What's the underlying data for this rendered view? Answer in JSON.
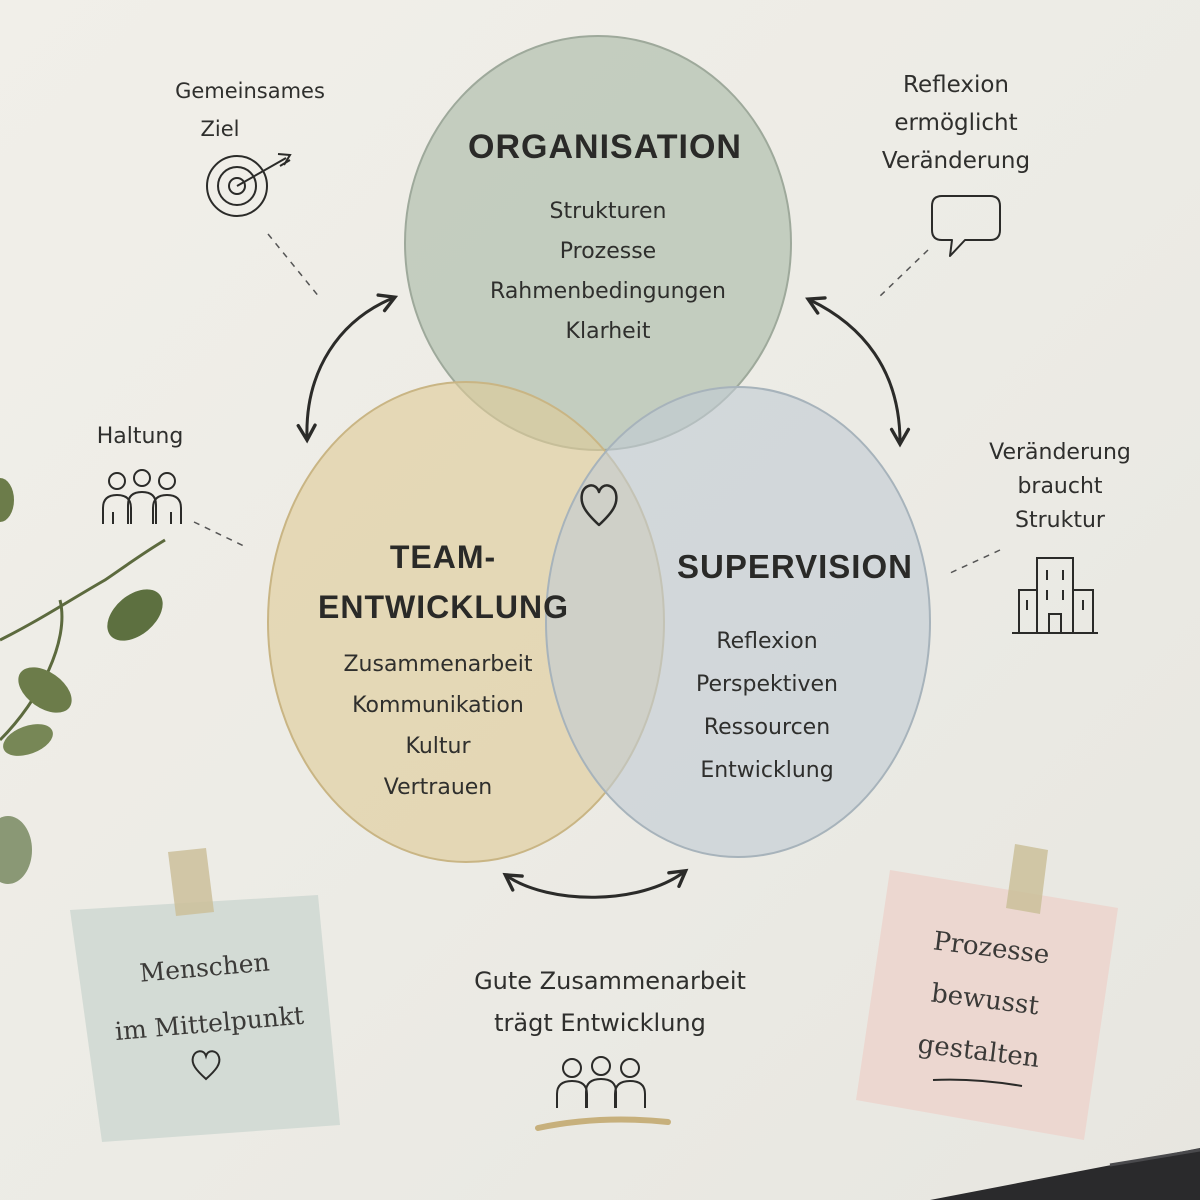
{
  "circles": {
    "organisation": {
      "title": "ORGANISATION",
      "items": [
        "Strukturen",
        "Prozesse",
        "Rahmenbedingungen",
        "Klarheit"
      ],
      "color": "#b9c6b7"
    },
    "team": {
      "title_line1": "TEAM-",
      "title_line2": "ENTWICKLUNG",
      "items": [
        "Zusammenarbeit",
        "Kommunikation",
        "Kultur",
        "Vertrauen"
      ],
      "color": "#e4d3a6"
    },
    "supervision": {
      "title": "SUPERVISION",
      "items": [
        "Reflexion",
        "Perspektiven",
        "Ressourcen",
        "Entwicklung"
      ],
      "color": "#c9d3d9"
    }
  },
  "annotations": {
    "top_left": {
      "line1": "Gemeinsames",
      "line2": "Ziel",
      "icon": "target-icon"
    },
    "top_right": {
      "line1": "Reflexion",
      "line2": "ermöglicht",
      "line3": "Veränderung",
      "icon": "speech-bubble-icon"
    },
    "mid_left": {
      "line1": "Haltung",
      "icon": "people-group-icon"
    },
    "mid_right": {
      "line1": "Veränderung",
      "line2": "braucht",
      "line3": "Struktur",
      "icon": "building-icon"
    },
    "bottom": {
      "line1": "Gute Zusammenarbeit",
      "line2": "trägt Entwicklung",
      "icon": "people-group-icon"
    }
  },
  "notes": {
    "left": {
      "line1": "Menschen",
      "line2": "im Mittelpunkt",
      "color": "#d4dbd6",
      "icon": "heart-icon"
    },
    "right": {
      "line1": "Prozesse",
      "line2": "bewusst",
      "line3": "gestalten",
      "color": "#ead6d0"
    }
  },
  "center_icon": "heart-icon"
}
